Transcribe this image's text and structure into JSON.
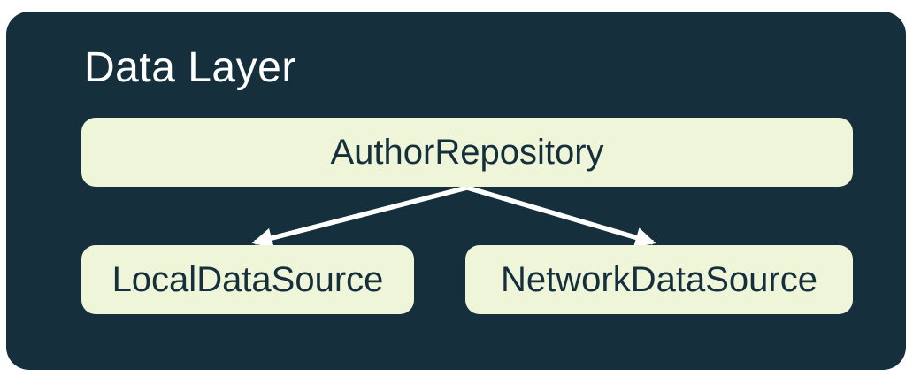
{
  "diagram": {
    "title": "Data Layer",
    "nodes": [
      {
        "id": "repository",
        "label": "AuthorRepository"
      },
      {
        "id": "local",
        "label": "LocalDataSource"
      },
      {
        "id": "network",
        "label": "NetworkDataSource"
      }
    ],
    "edges": [
      {
        "from": "AuthorRepository",
        "to": "LocalDataSource",
        "style": "arrow"
      },
      {
        "from": "AuthorRepository",
        "to": "NetworkDataSource",
        "style": "arrow"
      }
    ]
  },
  "colors": {
    "container_bg": "#152F3D",
    "node_bg": "#EEF5D8",
    "node_text": "#152F3D",
    "title_text": "#FFFFFF",
    "arrow": "#FFFFFF",
    "page_bg": "#FFFFFF"
  }
}
